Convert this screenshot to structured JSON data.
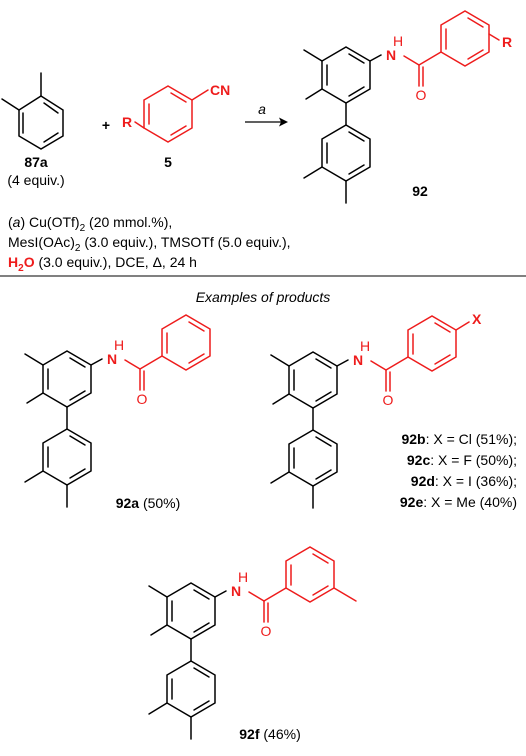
{
  "colors": {
    "highlight": "#ee1c1c",
    "text": "#000000"
  },
  "scheme": {
    "reactant1": {
      "id": "87a",
      "equiv": "(4 equiv.)"
    },
    "plus": "+",
    "reactant2": {
      "id": "5",
      "substituent": "R",
      "group": "CN"
    },
    "arrow_label": "a",
    "product": {
      "id": "92",
      "nh": "H",
      "n": "N",
      "o": "O",
      "substituent": "R"
    }
  },
  "conditions": {
    "tag": "a",
    "line1_prefix": "(",
    "line1_suffix": ") Cu(OTf)",
    "line1_sub": "2",
    "line1_rest": " (20 mmol.%),",
    "line2_a": "MesI(OAc)",
    "line2_sub": "2",
    "line2_b": " (3.0 equiv.), TMSOTf (5.0 equiv.),",
    "line3_water": "H",
    "line3_water_sub": "2",
    "line3_water_o": "O",
    "line3_rest": " (3.0 equiv.), DCE, Δ, 24 h"
  },
  "examples_heading": "Examples of products",
  "products": [
    {
      "id": "92a",
      "yield": " (50%)",
      "x_label": ""
    },
    {
      "id": "92b",
      "desc": ": X = Cl (51%);"
    },
    {
      "id": "92c",
      "desc": ": X = F (50%);"
    },
    {
      "id": "92d",
      "desc": ": X = I (36%);"
    },
    {
      "id": "92e",
      "desc": ": X = Me (40%)"
    },
    {
      "id": "92f",
      "yield": " (46%)"
    }
  ],
  "x_substituent": "X",
  "atom_labels": {
    "n": "N",
    "h": "H",
    "o": "O"
  }
}
